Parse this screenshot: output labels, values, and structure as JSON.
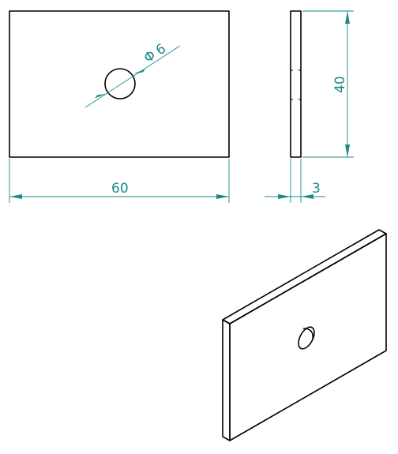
{
  "colors": {
    "part_line": "#000000",
    "dimension": "#1a8a8a",
    "background": "#ffffff"
  },
  "dimensions": {
    "width": "60",
    "height": "40",
    "thickness": "3",
    "hole_symbol": "Φ",
    "hole_value": "6"
  }
}
